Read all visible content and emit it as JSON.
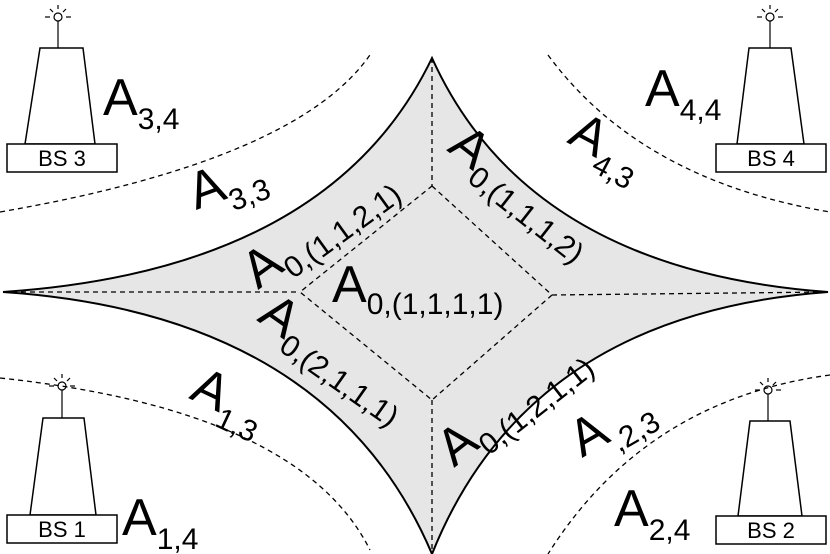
{
  "diagram": {
    "base_stations": [
      {
        "id": "bs3",
        "label": "BS 3",
        "zone_main": "A",
        "zone_sub": "3,4"
      },
      {
        "id": "bs4",
        "label": "BS 4",
        "zone_main": "A",
        "zone_sub": "4,4"
      },
      {
        "id": "bs1",
        "label": "BS 1",
        "zone_main": "A",
        "zone_sub": "1,4"
      },
      {
        "id": "bs2",
        "label": "BS 2",
        "zone_main": "A",
        "zone_sub": "2,4"
      }
    ],
    "outer_regions": [
      {
        "id": "a33",
        "main": "A",
        "sub": "3,3"
      },
      {
        "id": "a43",
        "main": "A",
        "sub": "4,3"
      },
      {
        "id": "a13",
        "main": "A",
        "sub": "1,3"
      },
      {
        "id": "a23",
        "main": "A",
        "sub": ",2,3"
      }
    ],
    "inner_regions": [
      {
        "id": "center",
        "main": "A",
        "sub": "0,(1,1,1,1)"
      },
      {
        "id": "top-left",
        "main": "A",
        "sub": "0,(1,1,2,1)"
      },
      {
        "id": "top-right",
        "main": "A",
        "sub": "0,(1,1,1,2)"
      },
      {
        "id": "bottom-left",
        "main": "A",
        "sub": "0,(2,1,1,1)"
      },
      {
        "id": "bottom-right",
        "main": "A",
        "sub": "0,(1,2,1,1)"
      }
    ],
    "colors": {
      "shaded_region": "#e6e6e6",
      "stroke": "#000000",
      "background": "#ffffff"
    }
  }
}
